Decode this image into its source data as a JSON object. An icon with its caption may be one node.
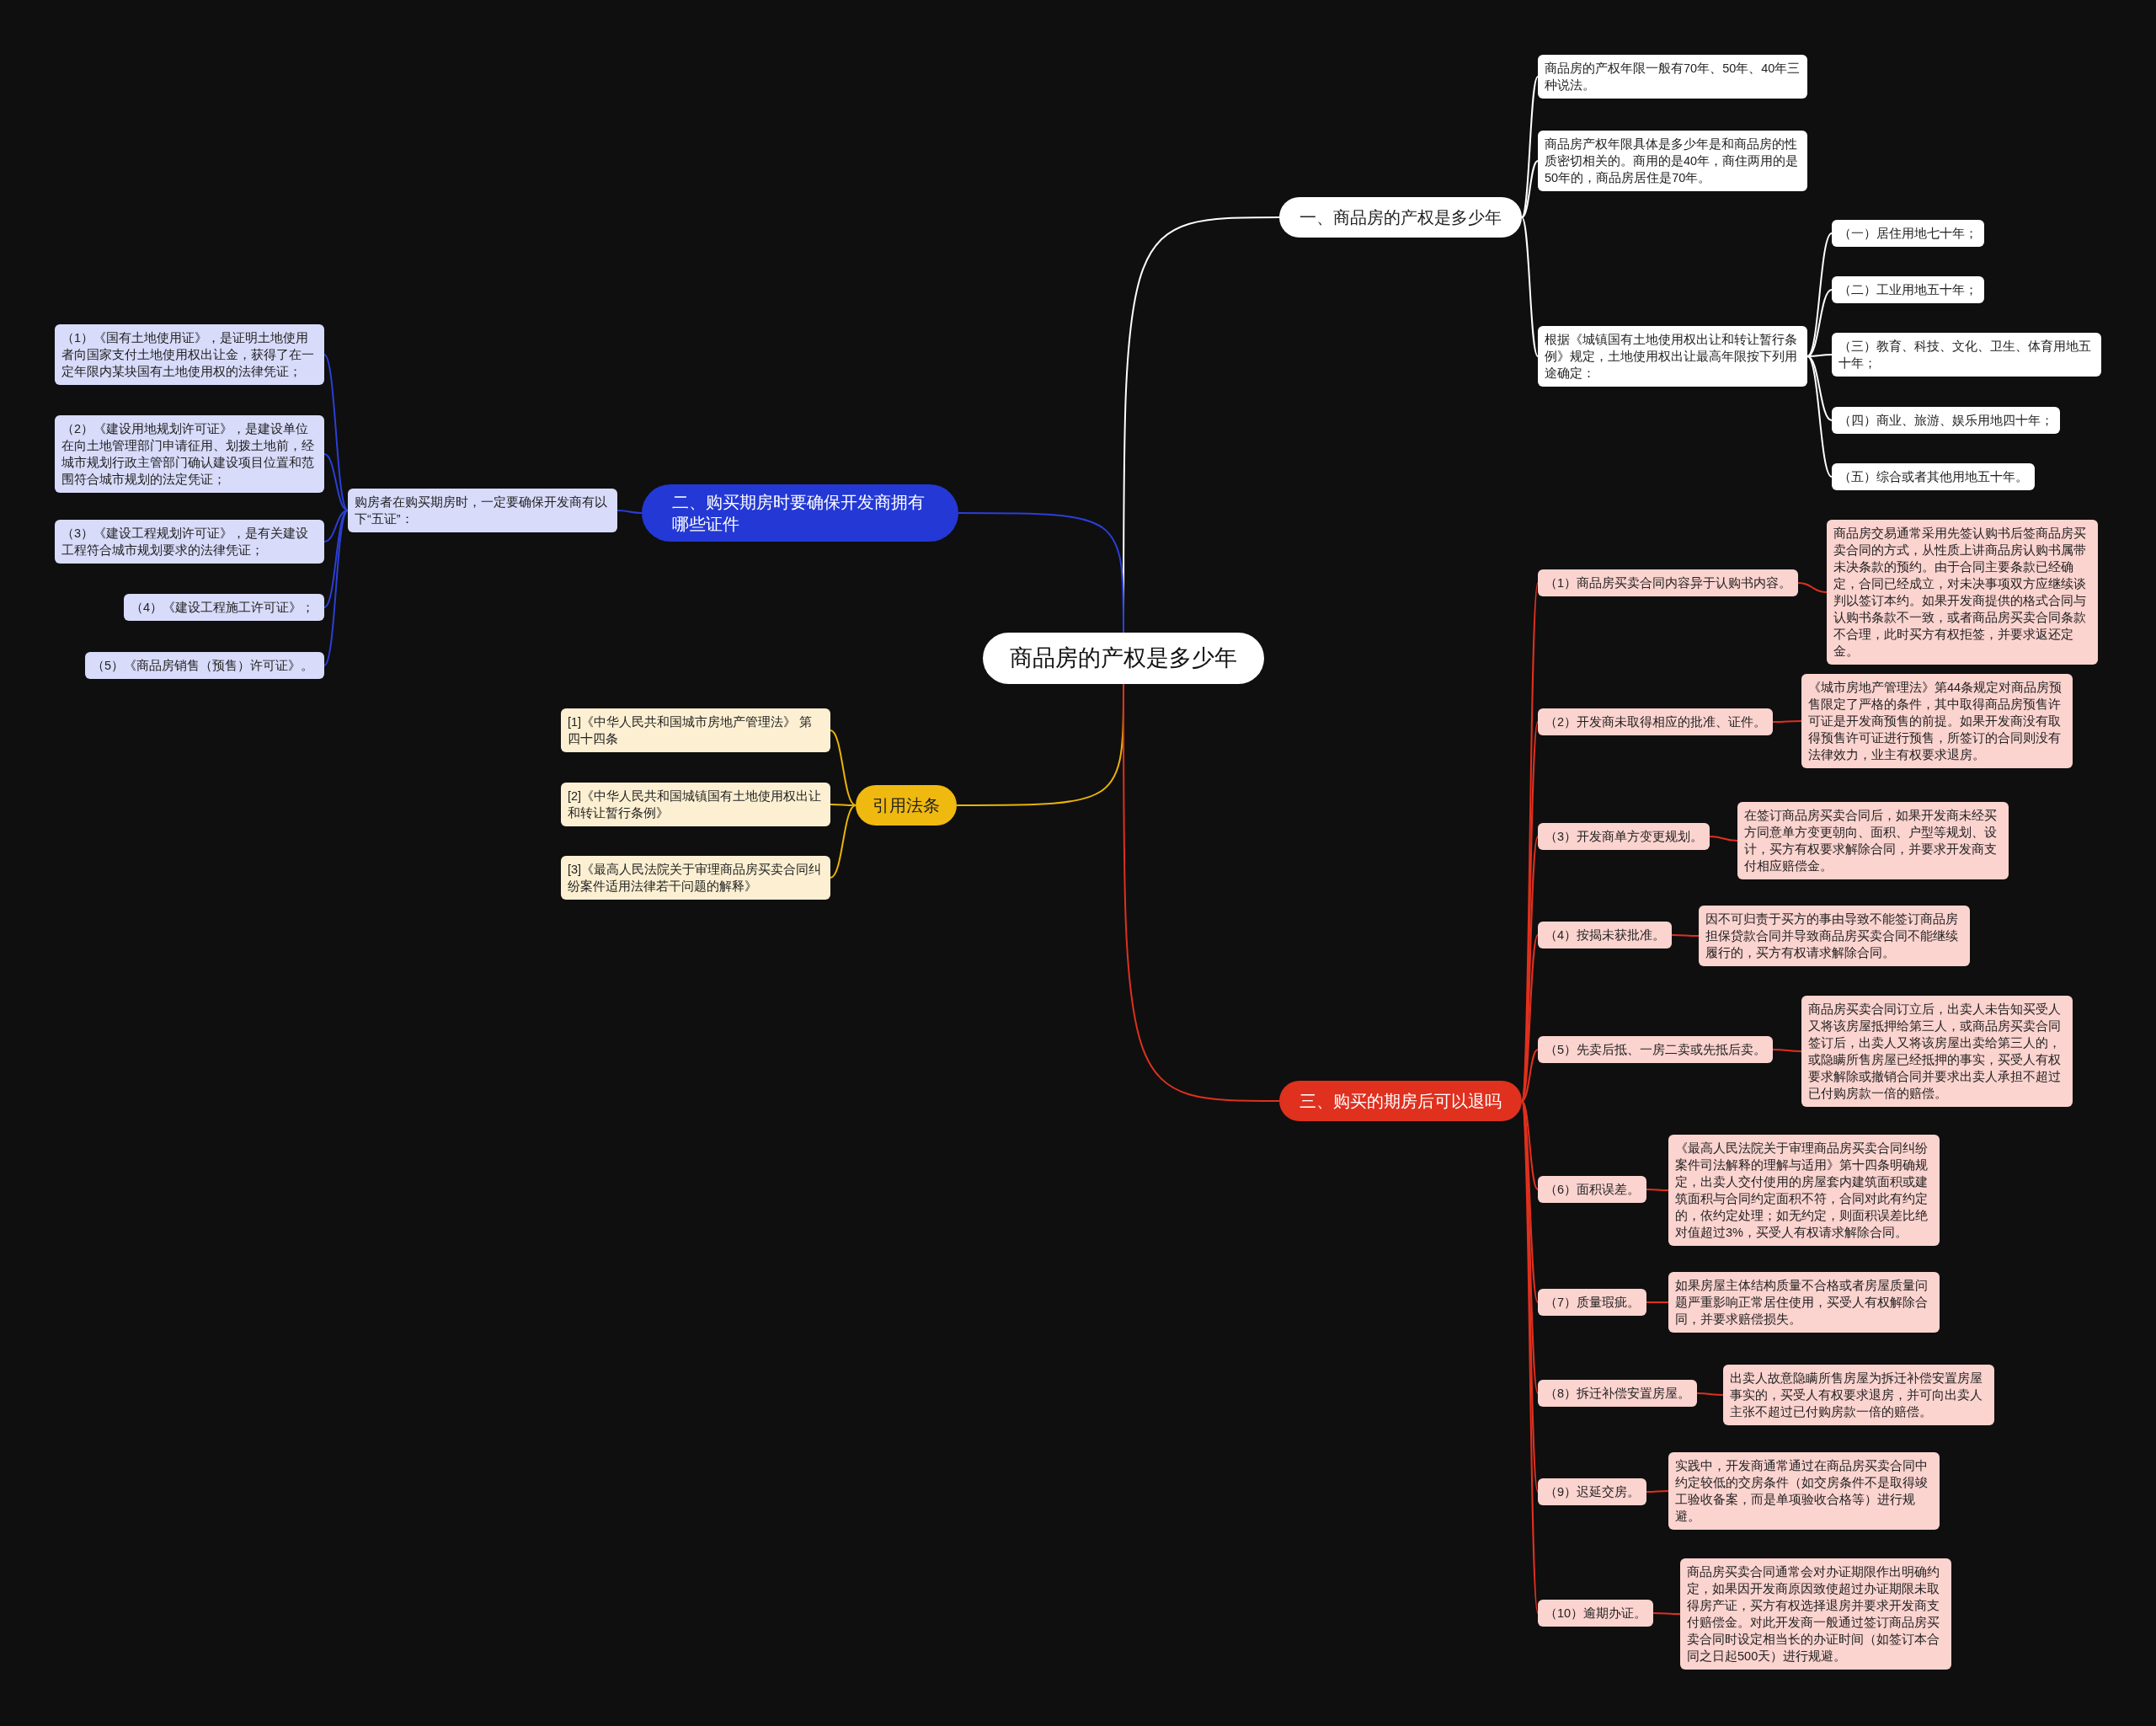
{
  "diagram": {
    "nodes": [
      {
        "text": [
          "商品房的产权是多少年"
        ]
      },
      {
        "text": [
          "一、商品房的产权是多少年"
        ]
      },
      {
        "text": [
          "商品房的产权年限一般有70年、50年、40年三种说法。"
        ]
      },
      {
        "text": [
          "商品房产权年限具体是多少年是和商品房的性质密切相关的。商用的是40年，商住两用的是50年的，商品房居住是70年。"
        ]
      },
      {
        "text": [
          "根据《城镇国有土地使用权出让和转让暂行条例》规定，土地使用权出让最高年限按下列用途确定："
        ]
      },
      {
        "text": [
          "（一）居住用地七十年；"
        ]
      },
      {
        "text": [
          "（二）工业用地五十年；"
        ]
      },
      {
        "text": [
          "（三）教育、科技、文化、卫生、体育用地五十年；"
        ]
      },
      {
        "text": [
          "（四）商业、旅游、娱乐用地四十年；"
        ]
      },
      {
        "text": [
          "（五）综合或者其他用地五十年。"
        ]
      },
      {
        "text": [
          "二、购买期房时要确保开发商拥有哪些证件"
        ]
      },
      {
        "text": [
          "购房者在购买期房时，一定要确保开发商有以下“五证”："
        ]
      },
      {
        "text": [
          "（1）《国有土地使用证》，是证明土地使用者向国家支付土地使用权出让金，获得了在一定年限内某块国有土地使用权的法律凭证；"
        ]
      },
      {
        "text": [
          "（2）《建设用地规划许可证》，是建设单位在向土地管理部门申请征用、划拨土地前，经城市规划行政主管部门确认建设项目位置和范围符合城市规划的法定凭证；"
        ]
      },
      {
        "text": [
          "（3）《建设工程规划许可证》，是有关建设工程符合城市规划要求的法律凭证；"
        ]
      },
      {
        "text": [
          "（4）《建设工程施工许可证》；"
        ]
      },
      {
        "text": [
          "（5）《商品房销售（预售）许可证》。"
        ]
      },
      {
        "text": [
          "引用法条"
        ]
      },
      {
        "text": [
          "[1]《中华人民共和国城市房地产管理法》 第四十四条"
        ]
      },
      {
        "text": [
          "[2]《中华人民共和国城镇国有土地使用权出让和转让暂行条例》"
        ]
      },
      {
        "text": [
          "[3]《最高人民法院关于审理商品房买卖合同纠纷案件适用法律若干问题的解释》"
        ]
      },
      {
        "text": [
          "三、购买的期房后可以退吗"
        ]
      },
      {
        "text": [
          "（1）商品房买卖合同内容异于认购书内容。"
        ]
      },
      {
        "text": [
          "商品房交易通常采用先签认购书后签商品房买卖合同的方式，从性质上讲商品房认购书属带未决条款的预约。由于合同主要条款已经确定，合同已经成立，对未决事项双方应继续谈判以签订本约。如果开发商提供的格式合同与认购书条款不一致，或者商品房买卖合同条款不合理，此时买方有权拒签，并要求返还定金。"
        ]
      },
      {
        "text": [
          "（2）开发商未取得相应的批准、证件。"
        ]
      },
      {
        "text": [
          "《城市房地产管理法》第44条规定对商品房预售限定了严格的条件，其中取得商品房预售许可证是开发商预售的前提。如果开发商没有取得预售许可证进行预售，所签订的合同则没有法律效力，业主有权要求退房。"
        ]
      },
      {
        "text": [
          "（3）开发商单方变更规划。"
        ]
      },
      {
        "text": [
          "在签订商品房买卖合同后，如果开发商未经买方同意单方变更朝向、面积、户型等规划、设计，买方有权要求解除合同，并要求开发商支付相应赔偿金。"
        ]
      },
      {
        "text": [
          "（4）按揭未获批准。"
        ]
      },
      {
        "text": [
          "因不可归责于买方的事由导致不能签订商品房担保贷款合同并导致商品房买卖合同不能继续履行的，买方有权请求解除合同。"
        ]
      },
      {
        "text": [
          "（5）先卖后抵、一房二卖或先抵后卖。"
        ]
      },
      {
        "text": [
          "商品房买卖合同订立后，出卖人未告知买受人又将该房屋抵押给第三人，或商品房买卖合同签订后，出卖人又将该房屋出卖给第三人的，或隐瞒所售房屋已经抵押的事实，买受人有权要求解除或撤销合同并要求出卖人承担不超过已付购房款一倍的赔偿。"
        ]
      },
      {
        "text": [
          "（6）面积误差。"
        ]
      },
      {
        "text": [
          "《最高人民法院关于审理商品房买卖合同纠纷案件司法解释的理解与适用》第十四条明确规定，出卖人交付使用的房屋套内建筑面积或建筑面积与合同约定面积不符，合同对此有约定的，依约定处理；如无约定，则面积误差比绝对值超过3%，买受人有权请求解除合同。"
        ]
      },
      {
        "text": [
          "（7）质量瑕疵。"
        ]
      },
      {
        "text": [
          "如果房屋主体结构质量不合格或者房屋质量问题严重影响正常居住使用，买受人有权解除合同，并要求赔偿损失。"
        ]
      },
      {
        "text": [
          "（8）拆迁补偿安置房屋。"
        ]
      },
      {
        "text": [
          "出卖人故意隐瞒所售房屋为拆迁补偿安置房屋事实的，买受人有权要求退房，并可向出卖人主张不超过已付购房款一倍的赔偿。"
        ]
      },
      {
        "text": [
          "（9）迟延交房。"
        ]
      },
      {
        "text": [
          "实践中，开发商通常通过在商品房买卖合同中约定较低的交房条件（如交房条件不是取得竣工验收备案，而是单项验收合格等）进行规避。"
        ]
      },
      {
        "text": [
          "（10）逾期办证。"
        ]
      },
      {
        "text": [
          "商品房买卖合同通常会对办证期限作出明确约定，如果因开发商原因致使超过办证期限未取得房产证，买方有权选择退房并要求开发商支付赔偿金。对此开发商一般通过签订商品房买卖合同时设定相当长的办证时间（如签订本合同之日起500天）进行规避。"
        ]
      }
    ],
    "edges": [
      {
        "from": 0,
        "to": 1,
        "arrow": "none",
        "color": "#ffffff"
      },
      {
        "from": 1,
        "to": 2,
        "arrow": "none",
        "color": "#ffffff"
      },
      {
        "from": 1,
        "to": 3,
        "arrow": "none",
        "color": "#ffffff"
      },
      {
        "from": 1,
        "to": 4,
        "arrow": "none",
        "color": "#ffffff"
      },
      {
        "from": 4,
        "to": 5,
        "arrow": "none",
        "color": "#ffffff"
      },
      {
        "from": 4,
        "to": 6,
        "arrow": "none",
        "color": "#ffffff"
      },
      {
        "from": 4,
        "to": 7,
        "arrow": "none",
        "color": "#ffffff"
      },
      {
        "from": 4,
        "to": 8,
        "arrow": "none",
        "color": "#ffffff"
      },
      {
        "from": 4,
        "to": 9,
        "arrow": "none",
        "color": "#ffffff"
      },
      {
        "from": 0,
        "to": 10,
        "arrow": "none",
        "color": "#2b3fd6"
      },
      {
        "from": 10,
        "to": 11,
        "arrow": "none",
        "color": "#2b3fd6"
      },
      {
        "from": 11,
        "to": 12,
        "arrow": "none",
        "color": "#2b3fd6"
      },
      {
        "from": 11,
        "to": 13,
        "arrow": "none",
        "color": "#2b3fd6"
      },
      {
        "from": 11,
        "to": 14,
        "arrow": "none",
        "color": "#2b3fd6"
      },
      {
        "from": 11,
        "to": 15,
        "arrow": "none",
        "color": "#2b3fd6"
      },
      {
        "from": 11,
        "to": 16,
        "arrow": "none",
        "color": "#2b3fd6"
      },
      {
        "from": 0,
        "to": 17,
        "arrow": "none",
        "color": "#eab308"
      },
      {
        "from": 17,
        "to": 18,
        "arrow": "none",
        "color": "#eab308"
      },
      {
        "from": 17,
        "to": 19,
        "arrow": "none",
        "color": "#eab308"
      },
      {
        "from": 17,
        "to": 20,
        "arrow": "none",
        "color": "#eab308"
      },
      {
        "from": 0,
        "to": 21,
        "arrow": "none"
      },
      {
        "from": 21,
        "to": 22,
        "arrow": "none"
      },
      {
        "from": 22,
        "to": 23,
        "arrow": "none"
      },
      {
        "from": 21,
        "to": 24,
        "arrow": "none"
      },
      {
        "from": 24,
        "to": 25,
        "arrow": "none"
      },
      {
        "from": 21,
        "to": 26,
        "arrow": "none"
      },
      {
        "from": 26,
        "to": 27,
        "arrow": "none"
      },
      {
        "from": 21,
        "to": 28,
        "arrow": "none"
      },
      {
        "from": 28,
        "to": 29,
        "arrow": "none"
      },
      {
        "from": 21,
        "to": 30,
        "arrow": "none"
      },
      {
        "from": 30,
        "to": 31,
        "arrow": "none"
      },
      {
        "from": 21,
        "to": 32,
        "arrow": "none"
      },
      {
        "from": 32,
        "to": 33,
        "arrow": "none"
      },
      {
        "from": 21,
        "to": 34,
        "arrow": "none"
      },
      {
        "from": 34,
        "to": 35,
        "arrow": "none"
      },
      {
        "from": 21,
        "to": 36,
        "arrow": "none"
      },
      {
        "from": 36,
        "to": 37,
        "arrow": "none"
      },
      {
        "from": 21,
        "to": 38,
        "arrow": "none"
      },
      {
        "from": 38,
        "to": 39,
        "arrow": "none"
      },
      {
        "from": 21,
        "to": 40,
        "arrow": "none"
      },
      {
        "from": 40,
        "to": 41,
        "arrow": "none"
      }
    ]
  }
}
